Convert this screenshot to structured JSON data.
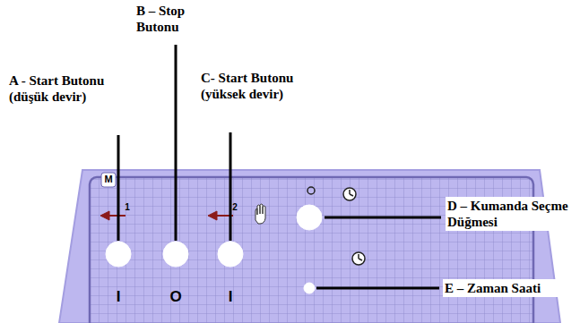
{
  "diagram": {
    "labels": [
      "A - Start Butonu (düşük devir)",
      "B – Stop Butonu",
      "C- Start Butonu (yüksek devir)",
      "D – Kumanda Seçme Düğmesi",
      "E – Zaman Saati",
      "M",
      "1",
      "2",
      "I",
      "O",
      "I"
    ]
  }
}
